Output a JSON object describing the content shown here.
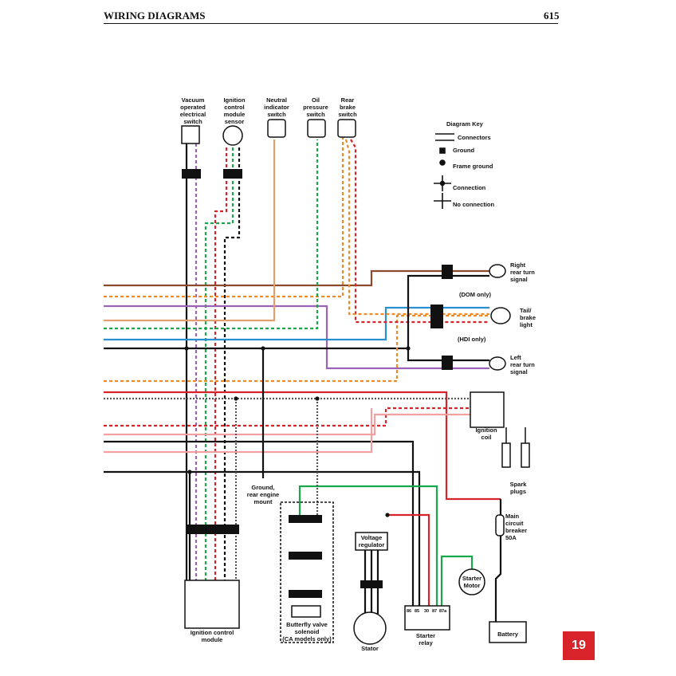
{
  "header": {
    "title": "WIRING DIAGRAMS",
    "page_number": "615"
  },
  "chapter_tab": "19",
  "components": {
    "vacuum_switch": [
      "Vacuum",
      "operated",
      "electrical",
      "switch"
    ],
    "ignition_sensor": [
      "Ignition",
      "control",
      "module",
      "sensor"
    ],
    "neutral_switch": [
      "Neutral",
      "indicator",
      "switch"
    ],
    "oil_switch": [
      "Oil",
      "pressure",
      "switch"
    ],
    "rear_brake_switch": [
      "Rear",
      "brake",
      "switch"
    ],
    "right_turn": [
      "Right",
      "rear turn",
      "signal"
    ],
    "tail_brake": [
      "Tail/",
      "brake",
      "light"
    ],
    "left_turn": [
      "Left",
      "rear turn",
      "signal"
    ],
    "dom_only": "(DOM only)",
    "hdi_only": "(HDI only)",
    "ignition_coil": [
      "Ignition",
      "coil"
    ],
    "spark_plugs": [
      "Spark",
      "plugs"
    ],
    "main_breaker": [
      "Main",
      "circuit",
      "breaker",
      "50A"
    ],
    "starter_motor": [
      "Starter",
      "Motor"
    ],
    "battery": "Battery",
    "starter_relay": [
      "Starter",
      "relay"
    ],
    "relay_terminals": [
      "86",
      "85",
      "30",
      "87",
      "87a"
    ],
    "stator": "Stator",
    "voltage_regulator": [
      "Voltage",
      "regulator"
    ],
    "ground_mount": [
      "Ground,",
      "rear engine",
      "mount"
    ],
    "butterfly_solenoid": [
      "Butterfly valve",
      "solenoid",
      "(CA models only)"
    ],
    "ignition_module": [
      "Ignition control",
      "module"
    ]
  },
  "diagram_key": {
    "title": "Diagram Key",
    "items": [
      "Connectors",
      "Ground",
      "Frame ground",
      "Connection",
      "No connection"
    ]
  },
  "colors": {
    "brown": "#8b4a2b",
    "orange": "#f08a24",
    "purple": "#9b63b5",
    "tan": "#e0a070",
    "green": "#1aa64a",
    "black": "#111111",
    "red": "#d9232a",
    "pink": "#f2a0a0",
    "blue": "#2a8fd0",
    "yellow": "#e8c020",
    "lavender": "#b48ad0"
  }
}
